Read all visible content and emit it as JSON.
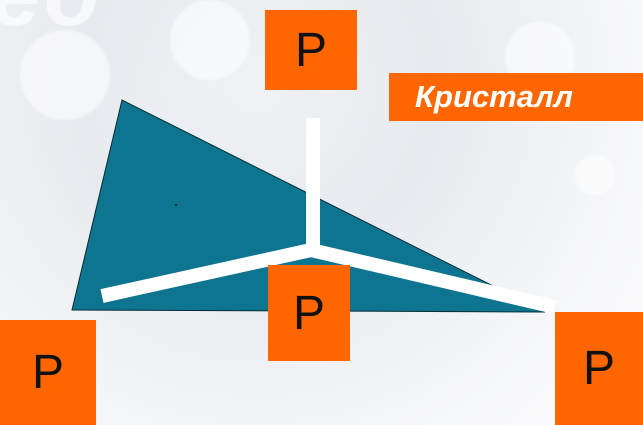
{
  "header": {
    "ghost_text": "ед"
  },
  "diagram": {
    "label": "Кристалл",
    "nodes": [
      {
        "id": "top",
        "text": "P"
      },
      {
        "id": "center",
        "text": "P"
      },
      {
        "id": "bottom-left",
        "text": "P"
      },
      {
        "id": "bottom-right",
        "text": "P"
      }
    ]
  },
  "colors": {
    "triangle_fill": "#0e7590",
    "node_fill": "#ff6600",
    "label_fill": "#ff6600",
    "bond_color": "#ffffff"
  }
}
